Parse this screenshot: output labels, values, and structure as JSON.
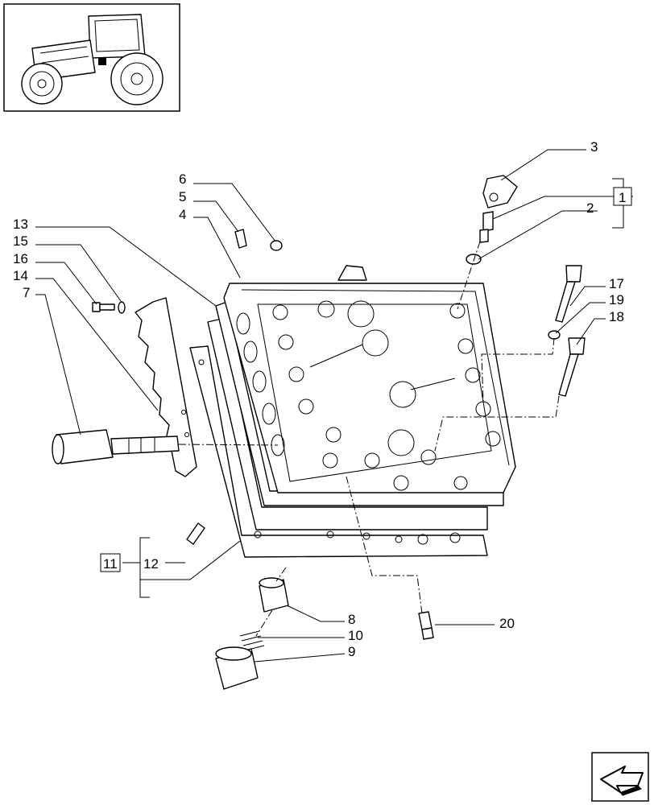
{
  "thumbnail": {
    "icon": "tractor-icon"
  },
  "nav": {
    "icon": "next-page-arrow-icon"
  },
  "callouts": [
    {
      "id": "c1",
      "text": "1"
    },
    {
      "id": "c2",
      "text": "2"
    },
    {
      "id": "c3",
      "text": "3"
    },
    {
      "id": "c4",
      "text": "4"
    },
    {
      "id": "c5",
      "text": "5"
    },
    {
      "id": "c6",
      "text": "6"
    },
    {
      "id": "c7",
      "text": "7"
    },
    {
      "id": "c8",
      "text": "8"
    },
    {
      "id": "c9",
      "text": "9"
    },
    {
      "id": "c10",
      "text": "10"
    },
    {
      "id": "c11",
      "text": "11"
    },
    {
      "id": "c12",
      "text": "12"
    },
    {
      "id": "c13",
      "text": "13"
    },
    {
      "id": "c14",
      "text": "14"
    },
    {
      "id": "c15",
      "text": "15"
    },
    {
      "id": "c16",
      "text": "16"
    },
    {
      "id": "c17",
      "text": "17"
    },
    {
      "id": "c18",
      "text": "18"
    },
    {
      "id": "c19",
      "text": "19"
    },
    {
      "id": "c20",
      "text": "20"
    }
  ]
}
